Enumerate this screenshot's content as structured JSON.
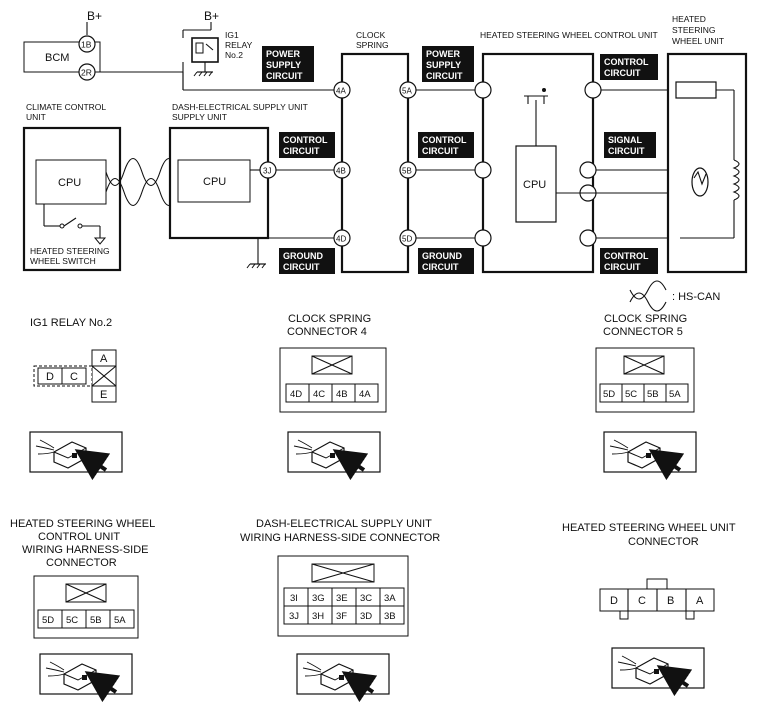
{
  "labels": {
    "bplus": "B+",
    "bcm": "BCM",
    "ig1_relay": [
      "IG1",
      "RELAY",
      "No.2"
    ],
    "clock_spring": [
      "CLOCK",
      "SPRING"
    ],
    "hsw_control_unit": "HEATED STEERING WHEEL CONTROL UNIT",
    "hsw_unit": [
      "HEATED",
      "STEERING",
      "WHEEL UNIT"
    ],
    "climate_control_unit": [
      "CLIMATE CONTROL",
      "UNIT"
    ],
    "dash_electrical_supply_unit": "DASH-ELECTRICAL SUPPLY UNIT",
    "cpu": "CPU",
    "heated_steering_wheel_switch": [
      "HEATED STEERING",
      "WHEEL SWITCH"
    ],
    "hs_can_legend": ": HS-CAN"
  },
  "tags": {
    "power_supply": [
      "POWER",
      "SUPPLY",
      "CIRCUIT"
    ],
    "control": [
      "CONTROL",
      "CIRCUIT"
    ],
    "ground": [
      "GROUND",
      "CIRCUIT"
    ],
    "signal": [
      "SIGNAL",
      "CIRCUIT"
    ]
  },
  "terminals": {
    "bcm_1b": "1B",
    "bcm_2r": "2R",
    "dsu_3j": "3J",
    "cs_4a": "4A",
    "cs_4b": "4B",
    "cs_4d": "4D",
    "cs_5a": "5A",
    "cs_5b": "5B",
    "cs_5d": "5D"
  },
  "connectors": {
    "ig1_relay": {
      "title": [
        "IG1 RELAY No.2"
      ],
      "pins": [
        "A",
        "D",
        "C",
        "E"
      ]
    },
    "clock_spring_4": {
      "title": [
        "CLOCK SPRING",
        "CONNECTOR 4"
      ],
      "pins": [
        "4D",
        "4C",
        "4B",
        "4A"
      ]
    },
    "clock_spring_5": {
      "title": [
        "CLOCK SPRING",
        "CONNECTOR 5"
      ],
      "pins": [
        "5D",
        "5C",
        "5B",
        "5A"
      ]
    },
    "hsw_control_unit": {
      "title": [
        "HEATED STEERING WHEEL",
        "CONTROL UNIT",
        "WIRING HARNESS-SIDE",
        "CONNECTOR"
      ],
      "pins": [
        "5D",
        "5C",
        "5B",
        "5A"
      ]
    },
    "dash_electrical": {
      "title": [
        "DASH-ELECTRICAL SUPPLY UNIT",
        "WIRING HARNESS-SIDE CONNECTOR"
      ],
      "pins_top": [
        "3I",
        "3G",
        "3E",
        "3C",
        "3A"
      ],
      "pins_bottom": [
        "3J",
        "3H",
        "3F",
        "3D",
        "3B"
      ]
    },
    "hsw_unit": {
      "title": [
        "HEATED STEERING WHEEL UNIT",
        "CONNECTOR"
      ],
      "pins": [
        "D",
        "C",
        "B",
        "A"
      ]
    }
  }
}
